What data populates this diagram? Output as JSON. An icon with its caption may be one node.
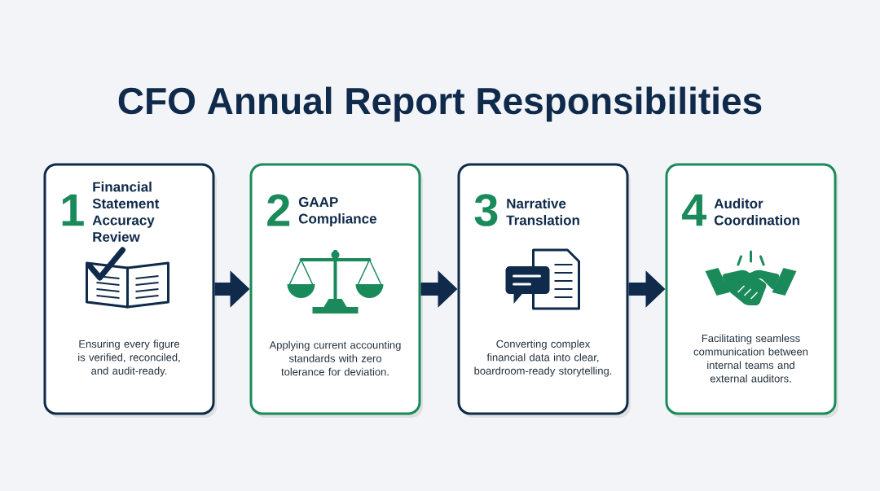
{
  "diagram": {
    "title": "CFO Annual Report Responsibilities",
    "nodes": [
      {
        "text": [
          "1",
          "Financial Statement Accuracy Review",
          "Ensuring every figure is verified, reconciled, and audit-ready."
        ]
      },
      {
        "text": [
          "2",
          "GAAP Compliance",
          "Applying current accounting standards with zero tolerance for deviation."
        ]
      },
      {
        "text": [
          "3",
          "Narrative Translation",
          "Converting complex financial data into clear, boardroom-ready storytelling."
        ]
      },
      {
        "text": [
          "4",
          "Auditor Coordination",
          "Facilitating seamless communication between internal teams and external auditors."
        ]
      }
    ],
    "edges": [
      {
        "from": 0,
        "to": 1,
        "arrow": "to"
      },
      {
        "from": 1,
        "to": 2,
        "arrow": "to"
      },
      {
        "from": 2,
        "to": 3,
        "arrow": "to"
      }
    ]
  }
}
